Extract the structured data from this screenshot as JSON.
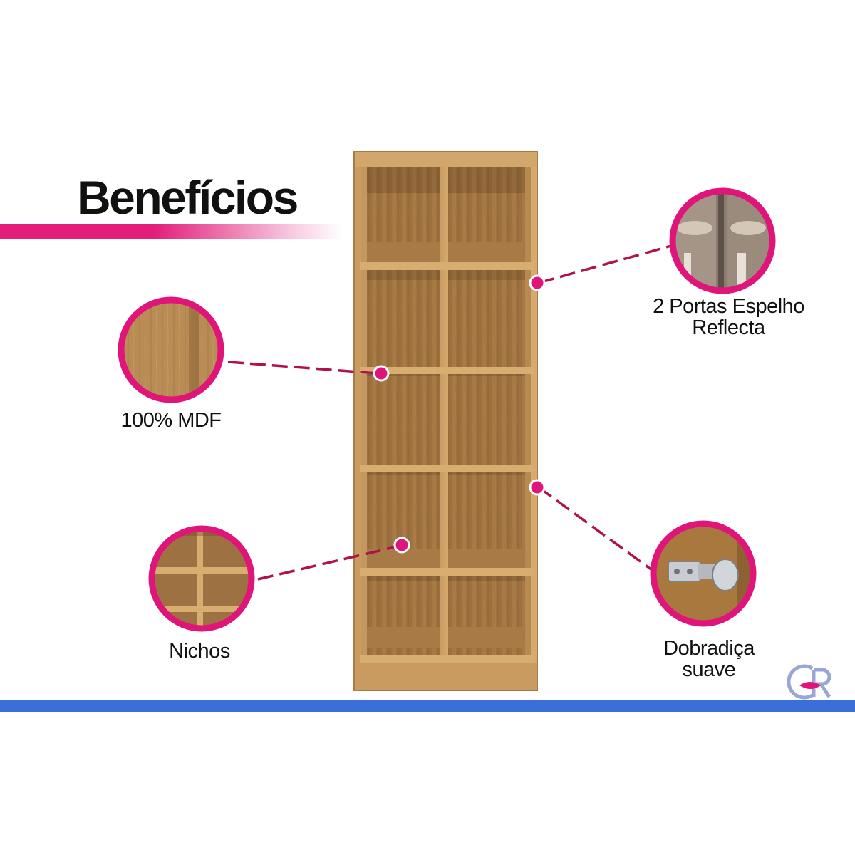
{
  "title": "Benefícios",
  "features": {
    "mdf": "100% MDF",
    "niches": "Nichos",
    "doors_line1": "2 Portas Espelho",
    "doors_line2": "Reflecta",
    "hinge_line1": "Dobradiça",
    "hinge_line2": "suave"
  },
  "logo_text": "CR",
  "colors": {
    "accent": "#e0157a",
    "bottom_bar": "#3a6fd8",
    "wood": "#b88a52"
  },
  "icons": [
    "wood-texture-icon",
    "niches-icon",
    "mirror-doors-icon",
    "hinge-icon",
    "logo-icon"
  ]
}
